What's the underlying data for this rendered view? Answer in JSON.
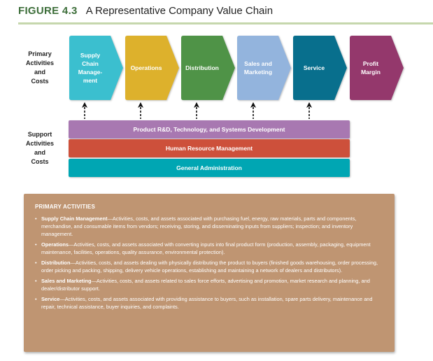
{
  "figure": {
    "number": "FIGURE 4.3",
    "title": "A Representative Company Value Chain",
    "accent_color": "#3d6e3a",
    "rule_color": "#c6d7ad"
  },
  "primary": {
    "side_label": [
      "Primary",
      "Activities",
      "and",
      "Costs"
    ],
    "activities": [
      {
        "lines": [
          "Supply",
          "Chain",
          "Manage-",
          "ment"
        ],
        "color": "#3bbfcf"
      },
      {
        "lines": [
          "Operations"
        ],
        "color": "#ddb12c"
      },
      {
        "lines": [
          "Distribution"
        ],
        "color": "#4f9347"
      },
      {
        "lines": [
          "Sales and",
          "Marketing"
        ],
        "color": "#93b4dd"
      },
      {
        "lines": [
          "Service"
        ],
        "color": "#086f8d"
      },
      {
        "lines": [
          "Profit",
          "Margin"
        ],
        "color": "#94386c"
      }
    ]
  },
  "support": {
    "side_label": [
      "Support",
      "Activities",
      "and",
      "Costs"
    ],
    "activities": [
      {
        "label": "Product R&D, Technology, and Systems Development",
        "color": "#a878b1"
      },
      {
        "label": "Human Resource Management",
        "color": "#cd503b"
      },
      {
        "label": "General Administration",
        "color": "#00a6b3"
      }
    ]
  },
  "description": {
    "heading": "PRIMARY ACTIVITIES",
    "bullet": "•",
    "items": [
      {
        "term": "Supply Chain Management",
        "text": "—Activities, costs, and assets associated with purchasing fuel, energy, raw materials, parts and components, merchandise, and consumable items from vendors; receiving, storing, and disseminating inputs from suppliers; inspection; and inventory management."
      },
      {
        "term": "Operations",
        "text": "—Activities, costs, and assets associated with converting inputs into final product form (production, assembly, packaging, equipment maintenance, facilities, operations, quality assurance, environmental protection)."
      },
      {
        "term": "Distribution",
        "text": "—Activities, costs, and assets dealing with physically distributing the product to buyers (finished goods warehousing, order processing, order picking and packing, shipping, delivery vehicle operations, establishing and maintaining a network of dealers and distributors)."
      },
      {
        "term": "Sales and Marketing",
        "text": "—Activities, costs, and assets related to sales force efforts, advertising and promotion, market research and planning, and dealer/distributor support."
      },
      {
        "term": "Service",
        "text": "—Activities, costs, and assets associated with providing assistance to buyers, such as installation, spare parts delivery, maintenance and repair, technical assistance, buyer inquiries, and complaints."
      }
    ],
    "box_color": "#bf9572"
  }
}
